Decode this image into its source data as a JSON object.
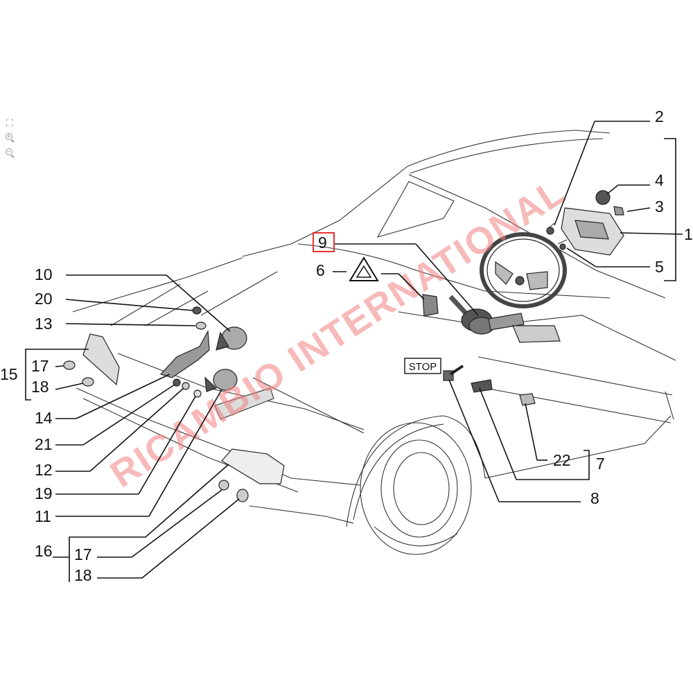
{
  "toolbar": {
    "fullscreen_icon": "expand-icon",
    "zoom_in_icon": "zoom-in-icon",
    "zoom_out_icon": "zoom-out-icon"
  },
  "diagram": {
    "watermark": "RICAMBIO INTERNATIONAL",
    "stop_label": "STOP",
    "selected_callout": "9",
    "highlight_color": "#e8322f",
    "watermark_color": "#f08080",
    "callouts": {
      "c1": "1",
      "c2": "2",
      "c3": "3",
      "c4": "4",
      "c5": "5",
      "c6": "6",
      "c7": "7",
      "c8": "8",
      "c9": "9",
      "c10": "10",
      "c11": "11",
      "c12": "12",
      "c13": "13",
      "c14": "14",
      "c15": "15",
      "c16": "16",
      "c17a": "17",
      "c17b": "17",
      "c18a": "18",
      "c18b": "18",
      "c19": "19",
      "c20": "20",
      "c21": "21",
      "c22": "22"
    }
  }
}
